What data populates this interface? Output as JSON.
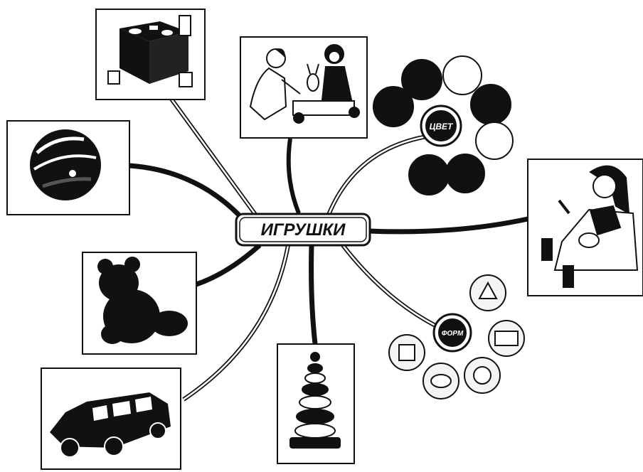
{
  "center": {
    "label": "ИГРУШКИ"
  },
  "color_group": {
    "label": "ЦВЕТ",
    "circles": [
      "dark",
      "light",
      "dark",
      "light",
      "dark",
      "dark",
      "dark"
    ]
  },
  "shape_group": {
    "label": "ФОРМ",
    "shapes": [
      "triangle",
      "rectangle",
      "circle",
      "oval",
      "square"
    ]
  },
  "pictures": [
    "shape-sorter-box",
    "ball",
    "teddy-bear",
    "toy-car",
    "children-playing",
    "stacking-pyramid",
    "doll"
  ],
  "colors": {
    "ink": "#111111",
    "paper": "#ffffff",
    "light_fill": "#f4f4f4"
  }
}
